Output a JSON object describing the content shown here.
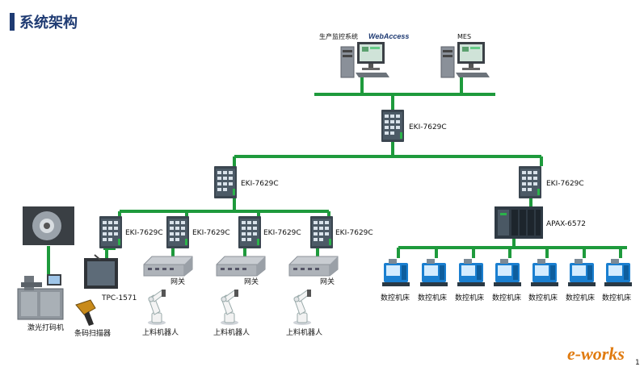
{
  "header": {
    "title": "系统架构"
  },
  "servers": [
    {
      "label": "生产监控系统",
      "brand": "WebAccess"
    },
    {
      "label": "MES"
    }
  ],
  "switches": {
    "core": "EKI-7629C",
    "left": "EKI-7629C",
    "right": "EKI-7629C",
    "edge": [
      "EKI-7629C",
      "EKI-7629C",
      "EKI-7629C",
      "EKI-7629C"
    ]
  },
  "apax": "APAX-6572",
  "devices": {
    "laser": "激光打码机",
    "tpc": "TPC-1571",
    "scanner": "条码扫描器",
    "gateway": "网关",
    "robot": "上料机器人",
    "cnc": "数控机床"
  },
  "footer": {
    "logo": "e-works",
    "page": "1"
  },
  "colors": {
    "link": "#1e9a3c",
    "title": "#1f3b73",
    "cnc": "#1a7fd0",
    "logo": "#e07b10"
  }
}
